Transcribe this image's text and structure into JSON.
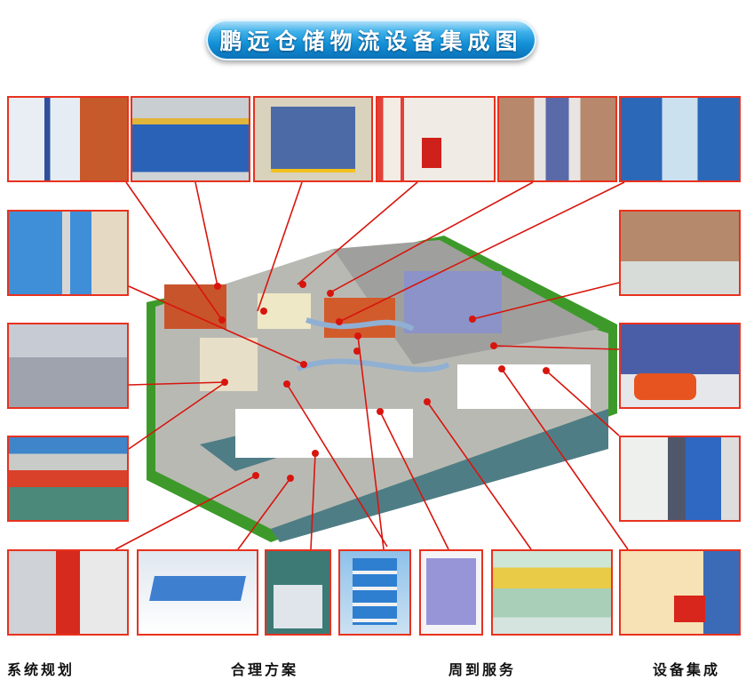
{
  "title": "鹏远仓储物流设备集成图",
  "captions": [
    "系统规划",
    "合理方案",
    "周到服务",
    "设备集成"
  ],
  "colors": {
    "accent_red": "#e8321f",
    "title_blue": "#128fd6",
    "grass": "#3d9a2a",
    "floor": "#b9b9b4",
    "road": "#4f7d86"
  },
  "photos": {
    "top": [
      {
        "name": "pallet-rack-photo"
      },
      {
        "name": "mezzanine-platform-photo"
      },
      {
        "name": "high-speed-door-photo"
      },
      {
        "name": "narrow-aisle-forklift-photo"
      },
      {
        "name": "order-picker-aisle-photo"
      },
      {
        "name": "flow-rack-aisle-photo"
      }
    ],
    "left": [
      {
        "name": "light-duty-shelving-photo"
      },
      {
        "name": "roller-conveyor-photo"
      },
      {
        "name": "shuttle-cart-photo"
      }
    ],
    "right": [
      {
        "name": "asrs-workstation-photo"
      },
      {
        "name": "counterbalance-forklift-photo"
      },
      {
        "name": "dock-shelter-photo"
      }
    ],
    "bottom": [
      {
        "name": "electric-tow-tractor-photo"
      },
      {
        "name": "dock-leveler-photo"
      },
      {
        "name": "sectional-door-photo"
      },
      {
        "name": "roll-cage-trolley-photo"
      },
      {
        "name": "plastic-crate-stack-photo"
      },
      {
        "name": "workshop-drawer-cabinet-photo"
      },
      {
        "name": "electric-pallet-truck-photo"
      }
    ]
  }
}
